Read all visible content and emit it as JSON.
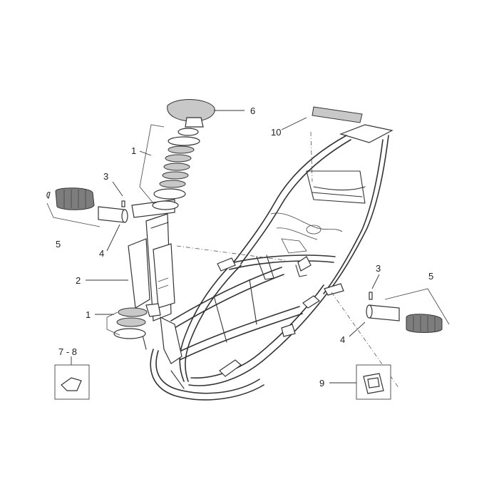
{
  "callouts": {
    "c1_top": "1",
    "c1_bottom": "1",
    "c2": "2",
    "c3_left": "3",
    "c3_right": "3",
    "c4_left": "4",
    "c4_right": "4",
    "c5_left": "5",
    "c5_right": "5",
    "c6": "6",
    "c78": "7 - 8",
    "c9": "9",
    "c10": "10"
  },
  "icons": {
    "frame": "scooter-frame-drawing",
    "bearings": "steering-bearing-stack-icon",
    "footpeg": "footpeg-rubber-icon",
    "clip": "clip-part-icon"
  }
}
